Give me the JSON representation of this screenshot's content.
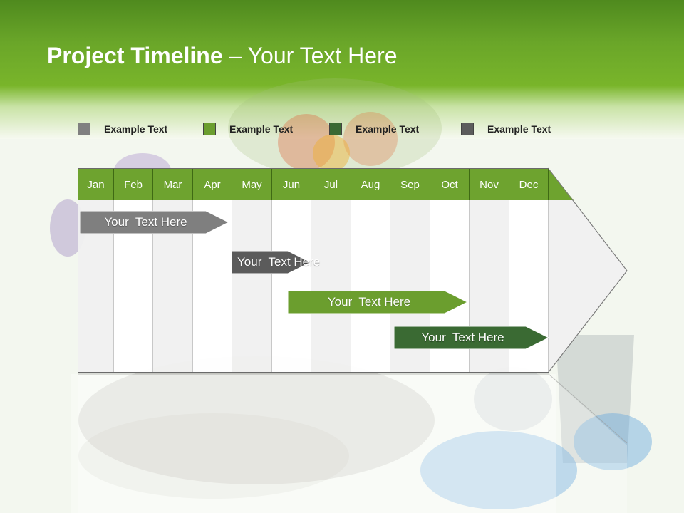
{
  "slide": {
    "title_bold": "Project Timeline",
    "title_rest": " – Your Text Here"
  },
  "legend": [
    {
      "label": "Example Text",
      "color": "#808080"
    },
    {
      "label": "Example Text",
      "color": "#6b9e2e"
    },
    {
      "label": "Example Text",
      "color": "#3a6a33"
    },
    {
      "label": "Example Text",
      "color": "#5c5c5c"
    }
  ],
  "timeline": {
    "months": [
      "Jan",
      "Feb",
      "Mar",
      "Apr",
      "May",
      "Jun",
      "Jul",
      "Aug",
      "Sep",
      "Oct",
      "Nov",
      "Dec"
    ],
    "header_color": "#6ea32f",
    "tasks": [
      {
        "label": "Your  Text Here",
        "start_month": "Jan",
        "end_month": "Mar",
        "color": "#7f7f7f"
      },
      {
        "label": "Your  Text Here",
        "start_month": "Apr",
        "end_month": "Jun",
        "color": "#5b5b5b"
      },
      {
        "label": "Your  Text Here",
        "start_month": "Jun",
        "end_month": "Sep",
        "color": "#6b9e2e"
      },
      {
        "label": "Your  Text Here",
        "start_month": "Sep",
        "end_month": "Dec",
        "color": "#3a6a33"
      }
    ]
  }
}
